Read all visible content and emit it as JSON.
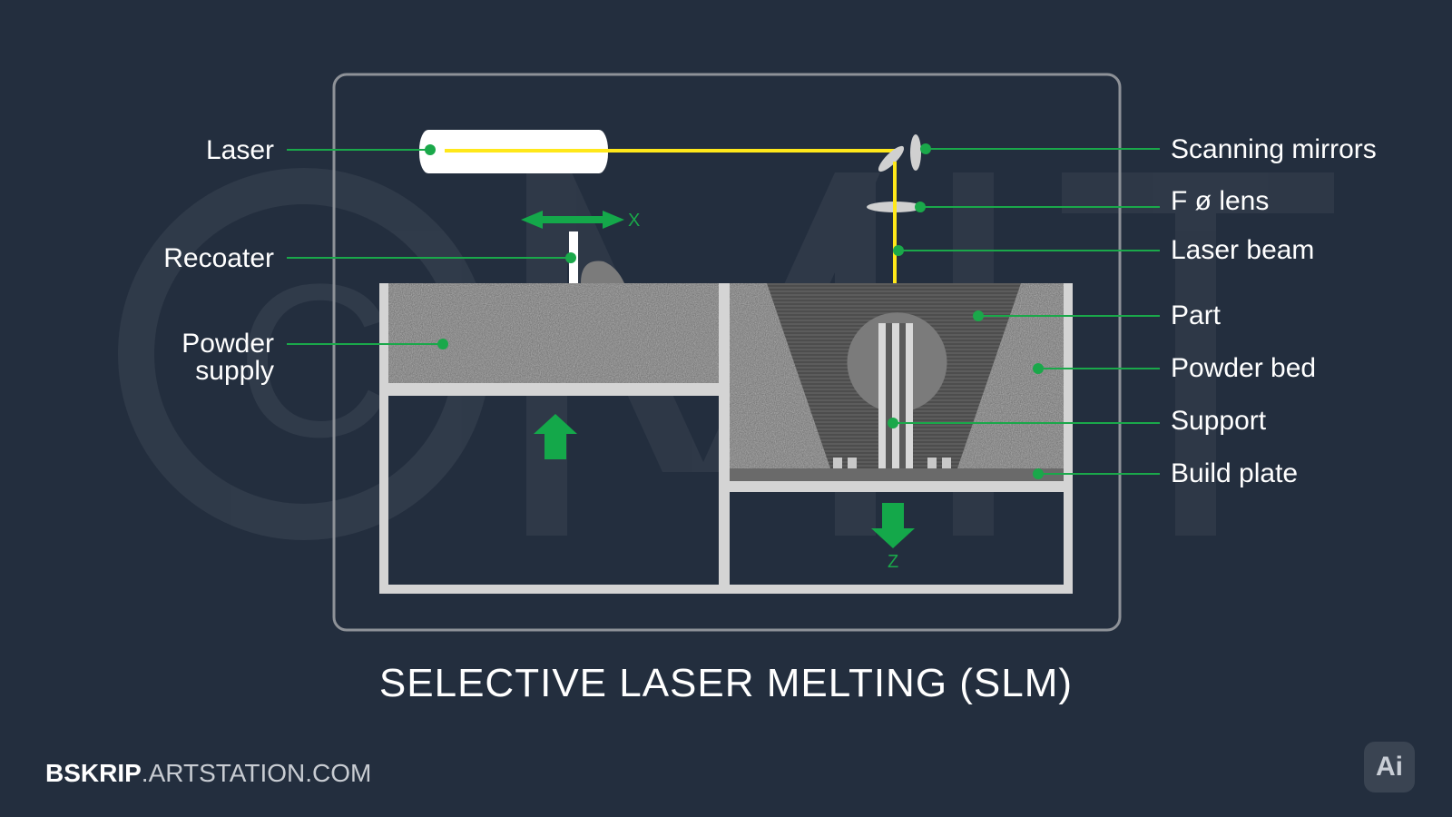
{
  "title": "SELECTIVE LASER MELTING (SLM)",
  "labels": {
    "laser": "Laser",
    "recoater": "Recoater",
    "powder_supply_line1": "Powder",
    "powder_supply_line2": "supply",
    "scanning_mirrors": "Scanning mirrors",
    "f_theta_lens": "F ø lens",
    "laser_beam": "Laser beam",
    "part": "Part",
    "powder_bed": "Powder bed",
    "support": "Support",
    "build_plate": "Build plate"
  },
  "axes": {
    "x": "X",
    "z": "Z"
  },
  "credit": {
    "bold": "BSKRIP",
    "rest": ".ARTSTATION.COM"
  },
  "badge": "Ai",
  "colors": {
    "background": "#232e3e",
    "leader_line": "#1aa84a",
    "arrow": "#14a84a",
    "laser_beam": "#ffe81a",
    "frame": "#d4d4d4",
    "powder": "#7b7b7b",
    "part": "#555555"
  }
}
